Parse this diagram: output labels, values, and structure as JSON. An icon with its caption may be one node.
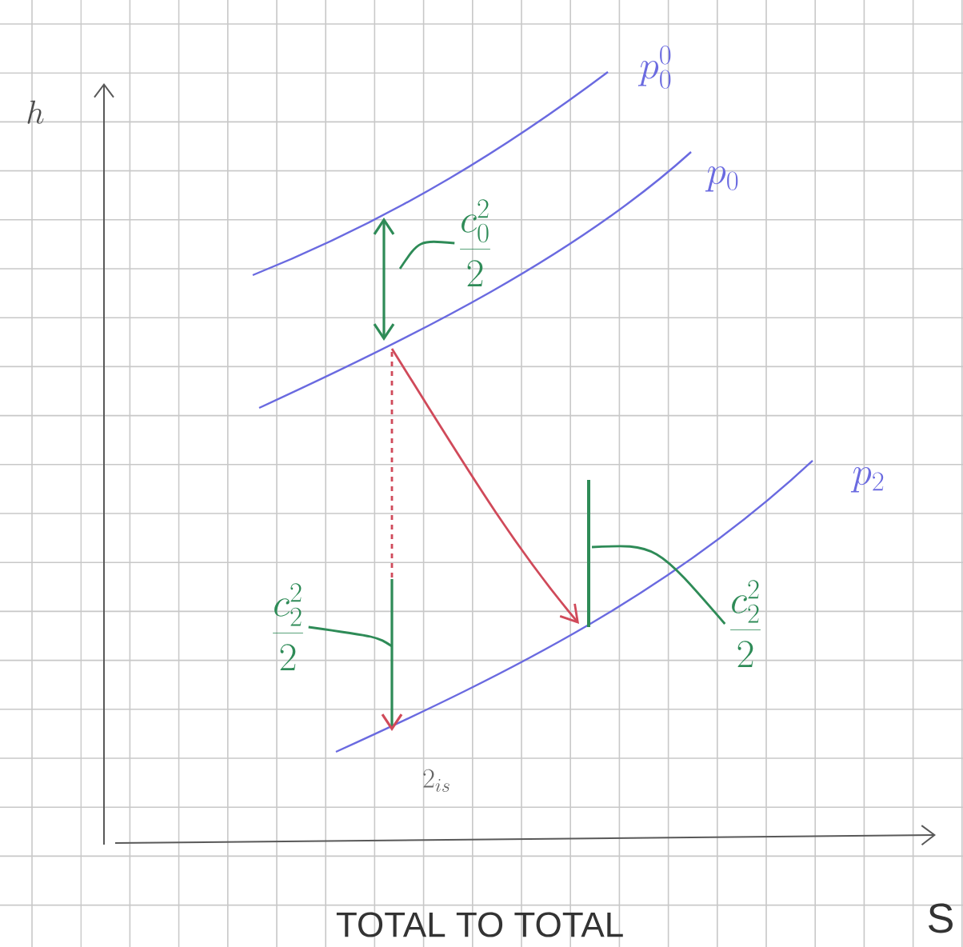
{
  "diagram": {
    "nodes": [
      {
        "text": [
          "\\frac{c_0^2}{2}"
        ]
      },
      {
        "text": [
          "\\frac{c_2^2}{2}"
        ]
      },
      {
        "text": [
          "\\frac{c_2^2}{2}"
        ]
      }
    ],
    "edges": [
      {
        "from": 0,
        "to": null,
        "arrow": "none"
      },
      {
        "from": 1,
        "to": null,
        "arrow": "none"
      },
      {
        "from": 2,
        "to": null,
        "arrow": "none"
      }
    ],
    "labels": [
      "h",
      "p_0^0",
      "p_0",
      "p_2",
      "2_{is}",
      "TOTAL TO TOTAL",
      "S"
    ]
  }
}
